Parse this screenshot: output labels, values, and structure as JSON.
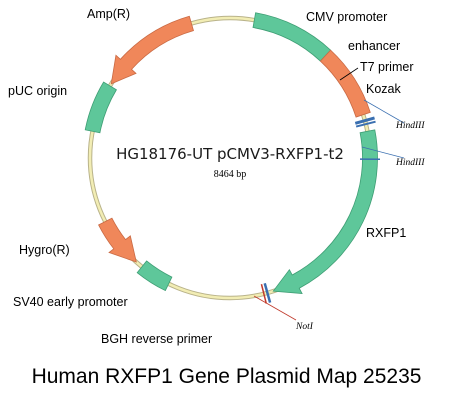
{
  "plasmid": {
    "name": "HG18176-UT pCMV3-RXFP1-t2",
    "size_text": "8464 bp",
    "caption": "Human RXFP1 Gene Plasmid Map 25235"
  },
  "features": [
    {
      "id": "amp",
      "label": "Amp(R)",
      "color": "#f0875a",
      "kind": "arrow-ccw"
    },
    {
      "id": "cmv",
      "label": "CMV promoter",
      "color": "#5ec79a",
      "kind": "block"
    },
    {
      "id": "enhancer",
      "label": "enhancer",
      "color": "#f0875a",
      "kind": "block"
    },
    {
      "id": "t7",
      "label": "T7 primer",
      "color": "#3a6fb0",
      "kind": "primer"
    },
    {
      "id": "kozak",
      "label": "Kozak",
      "color": "#3a6fb0",
      "kind": "primer"
    },
    {
      "id": "puc",
      "label": "pUC origin",
      "color": "#5ec79a",
      "kind": "block"
    },
    {
      "id": "rxfp1",
      "label": "RXFP1",
      "color": "#5ec79a",
      "kind": "arrow-cw"
    },
    {
      "id": "hygro",
      "label": "Hygro(R)",
      "color": "#f0875a",
      "kind": "arrow-ccw"
    },
    {
      "id": "sv40",
      "label": "SV40 early promoter",
      "color": "#5ec79a",
      "kind": "block"
    },
    {
      "id": "bgh",
      "label": "BGH reverse primer",
      "color": "#3a6fb0",
      "kind": "primer"
    }
  ],
  "sites": [
    {
      "id": "hind1",
      "label": "HindIII",
      "color": "#3a6fb0"
    },
    {
      "id": "hind2",
      "label": "HindIII",
      "color": "#3a6fb0"
    },
    {
      "id": "not1",
      "label": "NotI",
      "color": "#c0392b"
    }
  ],
  "colors": {
    "backbone": "#f2edb4",
    "backbone_stroke": "#b9b38a"
  }
}
